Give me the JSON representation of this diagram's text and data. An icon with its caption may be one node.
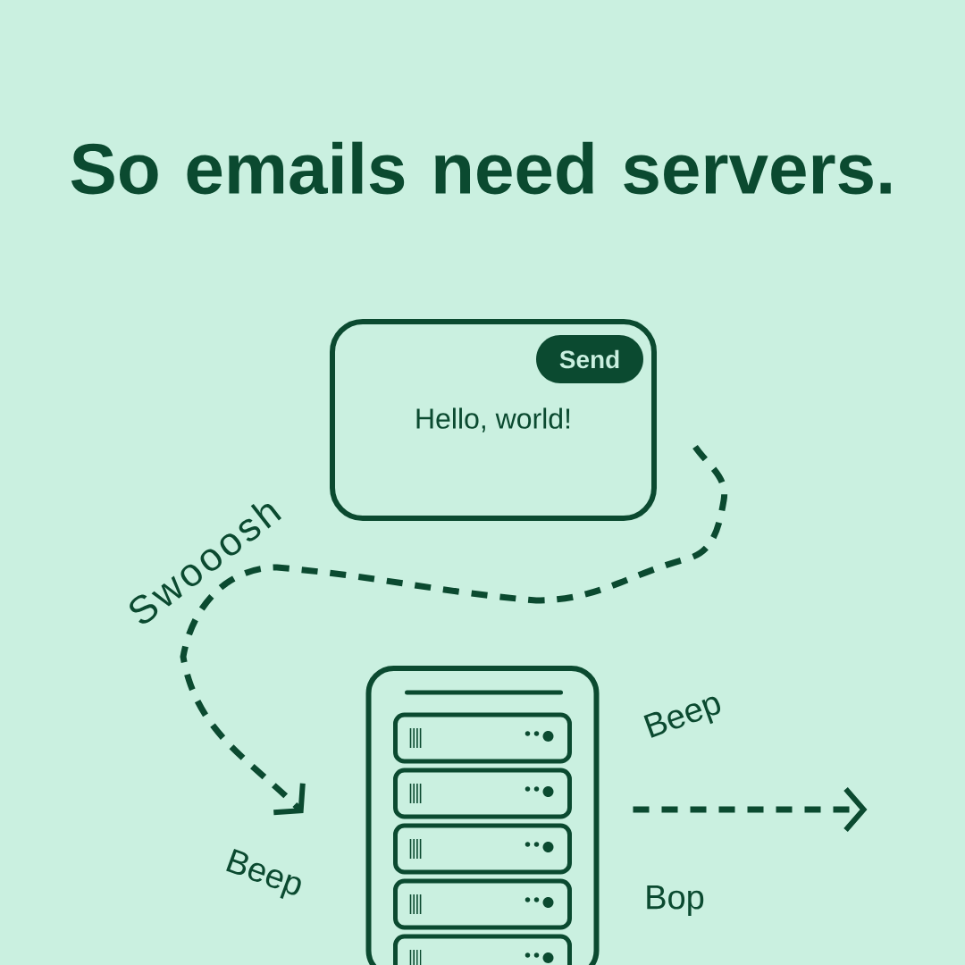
{
  "diagram": {
    "title": "So emails need servers.",
    "nodes": [
      {
        "text": [
          "Hello, world!"
        ]
      },
      {
        "text": [
          "Send"
        ],
        "in": 0
      },
      {
        "text": [],
        "shape": "server"
      }
    ],
    "edges": [
      {
        "from": 0,
        "to": 2,
        "arrow": "to",
        "style": "dashed",
        "label": "Swooosh"
      },
      {
        "from": 2,
        "to": null,
        "arrow": "to",
        "style": "dashed"
      }
    ],
    "labels": [
      "Beep",
      "Beep",
      "Bop"
    ]
  }
}
